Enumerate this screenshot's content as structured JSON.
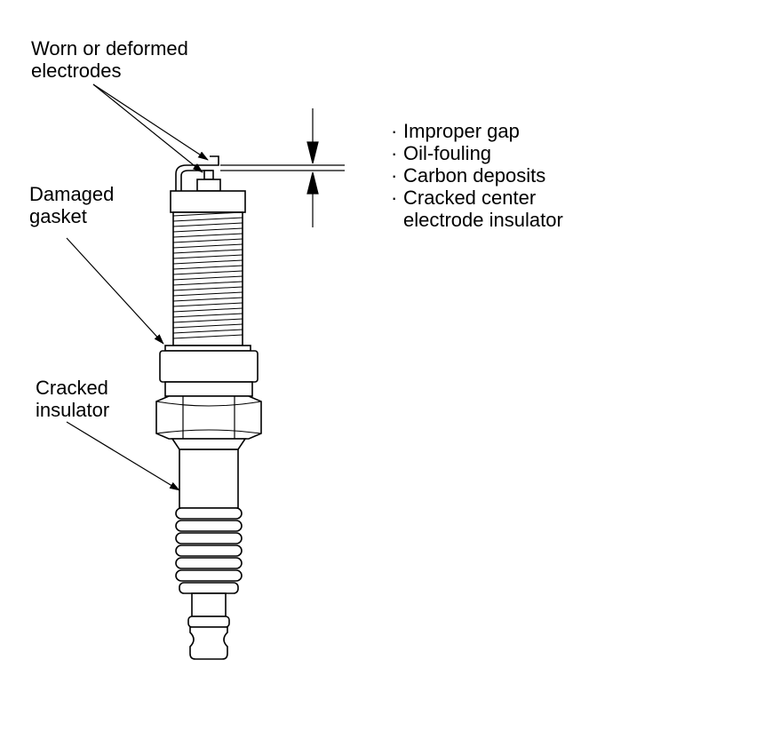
{
  "labels": {
    "electrodes": [
      "Worn or deformed",
      "electrodes"
    ],
    "gasket": [
      "Damaged",
      "gasket"
    ],
    "insulator": [
      "Cracked",
      "insulator"
    ]
  },
  "gap_checks": {
    "bullet": "·",
    "items": [
      "Improper gap",
      "Oil-fouling",
      "Carbon deposits",
      "Cracked center"
    ],
    "continuation": "electrode insulator"
  }
}
